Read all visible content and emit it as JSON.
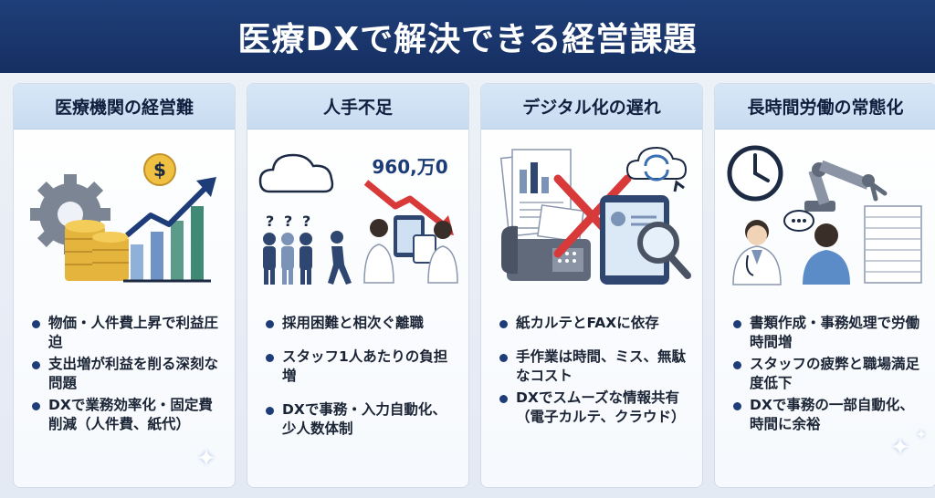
{
  "title": "医療DXで解決できる経営課題",
  "cards": [
    {
      "heading": "医療機関の経営難",
      "bullets": [
        "物価・人件費上昇で利益圧迫",
        "支出増が利益を削る深刻な問題",
        "DXで業務効率化・固定費削減（人件費、紙代）"
      ],
      "illustration": "gears-coins-rising-chart"
    },
    {
      "heading": "人手不足",
      "bullets": [
        "採用困難と相次ぐ離職",
        "スタッフ1人あたりの負担増",
        "DXで事務・入力自動化、少人数体制"
      ],
      "illustration_label": "960,万0",
      "illustration": "cloud-people-falling-arrow-tablet"
    },
    {
      "heading": "デジタル化の遅れ",
      "bullets": [
        "紙カルテとFAXに依存",
        "手作業は時間、ミス、無駄なコスト",
        "DXでスムーズな情報共有（電子カルテ、クラウド）"
      ],
      "illustration": "paper-fax-crossed-tablet-cloud"
    },
    {
      "heading": "長時間労働の常態化",
      "bullets": [
        "書類作成・事務処理で労働時間増",
        "スタッフの疲弊と職場満足度低下",
        "DXで事務の一部自動化、時間に余裕"
      ],
      "illustration": "clock-robot-arm-doctor-papers"
    }
  ],
  "colors": {
    "header_bg": "#1f3f7a",
    "card_head_bg": "#d7e7f7",
    "bullet": "#1e3c78",
    "accent_red": "#d83a3a"
  }
}
